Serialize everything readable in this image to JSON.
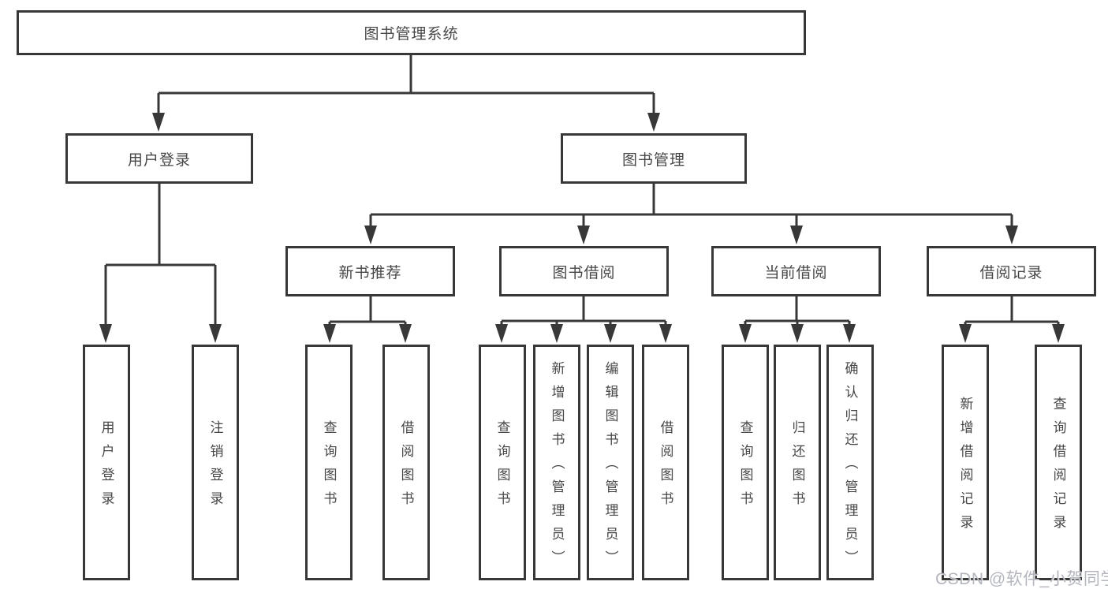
{
  "diagram": {
    "title": "图书管理系统",
    "branches": {
      "user_login": {
        "label": "用户登录",
        "children": [
          "用户登录",
          "注销登录"
        ]
      },
      "book_management": {
        "label": "图书管理",
        "sections": {
          "new_books": {
            "label": "新书推荐",
            "children": [
              "查询图书",
              "借阅图书"
            ]
          },
          "book_borrow": {
            "label": "图书借阅",
            "children": [
              "查询图书",
              "新增图书（管理员）",
              "编辑图书（管理员）",
              "借阅图书"
            ]
          },
          "current_borrow": {
            "label": "当前借阅",
            "children": [
              "查询图书",
              "归还图书",
              "确认归还（管理员）"
            ]
          },
          "borrow_records": {
            "label": "借阅记录",
            "children": [
              "新增借阅记录",
              "查询借阅记录"
            ]
          }
        }
      }
    }
  },
  "watermark": "CSDN @软件_小贺同学",
  "colors": {
    "line": "#383838",
    "box_border": "#383838",
    "text": "#474747",
    "watermark": "#afb2ba",
    "background": "#ffffff"
  }
}
